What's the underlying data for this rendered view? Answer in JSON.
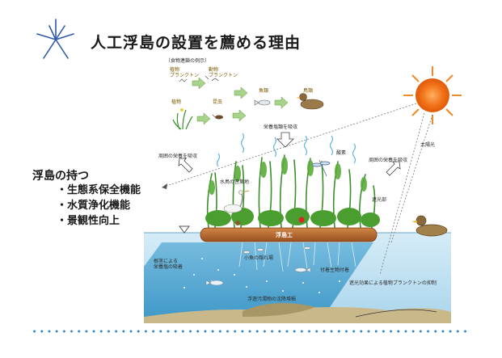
{
  "title": "人工浮島の設置を薦める理由",
  "icons": {
    "star": "sparkle-star-icon",
    "sun": "sun-icon"
  },
  "side_panel": {
    "heading": "浮島の持つ",
    "items": [
      "・生態系保全機能",
      "・水質浄化機能",
      "・景観性向上"
    ]
  },
  "food_chain": {
    "header": "〔食物連鎖の例示〕",
    "row1": [
      "植物\nプランクトン",
      "動物\nプランクトン",
      "魚類",
      "鳥類"
    ],
    "row2": [
      "植物",
      "昆虫"
    ]
  },
  "diagram_labels": {
    "nutrient_absorb_top": "栄養塩類を吸収",
    "nutrient_absorb_left": "周囲の栄養を吸収",
    "nutrient_absorb_right": "周囲の栄養を吸収",
    "birds_habitat": "水鳥の営巣地",
    "oxygen": "酸素",
    "sunlight": "太陽光",
    "shade": "遮光部",
    "float_body": "浮島工",
    "fish_hiding": "小魚の隠れ場",
    "absorption": "根茎による\n栄養塩の吸着",
    "attached_organisms": "付着生物付着",
    "light_block": "遮光効果による植物プランクトンの抑制",
    "sediment": "浮遊汚濁物の沈降堆積"
  },
  "colors": {
    "water_top": "#cfe7f4",
    "water_bottom": "#6fb7db",
    "shadow_zone": "#4aa3d0",
    "float": "#b5652d",
    "plants": "#3f9b2c",
    "sun": "#f06a10",
    "dots": "#2f86c8"
  }
}
